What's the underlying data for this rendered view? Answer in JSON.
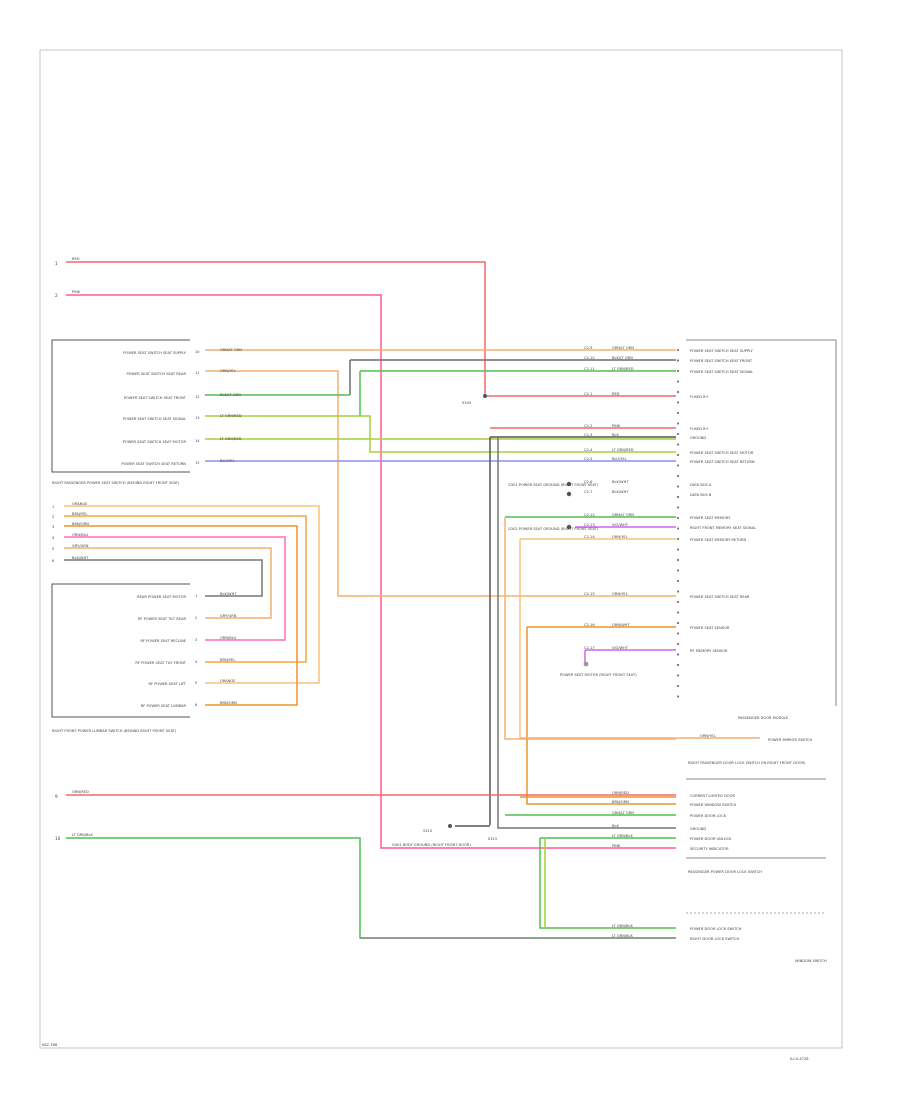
{
  "footer": {
    "page_code": "K62-7B8",
    "figure_code": "K-C4-4728"
  },
  "left_harness": {
    "top_pins": [
      "1",
      "2"
    ],
    "wires_a": [
      "RED",
      "PINK"
    ],
    "wires_b": [
      "ORANGE",
      "BRN/YEL",
      "BRN/ORN",
      "ORN/BLU",
      "GRY/GRN",
      "BLK/WHT"
    ],
    "wires_b_pins": [
      "1",
      "2",
      "3",
      "4",
      "5",
      "6"
    ],
    "bottom_pins": [
      "9",
      "10"
    ],
    "wires_c": [
      "ORN/RED",
      "LT GRN/BLK"
    ]
  },
  "seat_switch": {
    "caption": "RIGHT PASSENGER POWER SEAT SWITCH (BEHIND RIGHT FRONT SEAT)",
    "rows": [
      {
        "label": "POWER SEAT SWITCH SEAT SUPPLY",
        "pin": "10",
        "wire": "GRN/LT GRN"
      },
      {
        "label": "POWER SEAT SWITCH SEAT REAR",
        "pin": "11",
        "wire": "ORN/YEL"
      },
      {
        "label": "POWER SEAT SWITCH SEAT FRONT",
        "pin": "12",
        "wire": "BLK/LT GRN"
      },
      {
        "label": "POWER SEAT SWITCH SEAT SIGNAL",
        "pin": "13",
        "wire": "LT GRN/RED"
      },
      {
        "label": "POWER SEAT SWITCH SEAT MOTOR",
        "pin": "14",
        "wire": "LT GRN/RED"
      },
      {
        "label": "POWER SEAT SWITCH SEAT RETURN",
        "pin": "15",
        "wire": "BLU/YEL"
      }
    ]
  },
  "lumbar_switch": {
    "caption": "RIGHT FRONT POWER LUMBAR SWITCH (BEHIND RIGHT FRONT SEAT)",
    "rows": [
      {
        "label": "REAR POWER SEAT MOTOR",
        "pin": "1",
        "wire": "BLK/WHT"
      },
      {
        "label": "RF POWER SEAT TILT REAR",
        "pin": "2",
        "wire": "GRY/GRN"
      },
      {
        "label": "RF POWER SEAT RECLINE",
        "pin": "3",
        "wire": "ORN/BLU"
      },
      {
        "label": "RF POWER SEAT TILT FRONT",
        "pin": "4",
        "wire": "BRN/YEL"
      },
      {
        "label": "RF POWER SEAT LIFT",
        "pin": "5",
        "wire": "ORANGE"
      },
      {
        "label": "RF POWER SEAT LUMBAR",
        "pin": "6",
        "wire": "BRN/ORN"
      }
    ]
  },
  "center": {
    "splice_labels": [
      "S305",
      "S310",
      "S315"
    ],
    "ground_a": "G301 POWER SEAT GROUND (RIGHT FRONT SEAT)",
    "ground_b": "G302 POWER SEAT GROUND (RIGHT FRONT SEAT)",
    "motor_label": "POWER SEAT MOTOR (RIGHT FRONT SEAT)",
    "body_ground": "G401 BODY GROUND (RIGHT FRONT DOOR)"
  },
  "right_module": {
    "caption": "PASSENGER DOOR MODULE",
    "rows": [
      {
        "cavity": "C2-9",
        "wire": "GRN/LT GRN",
        "label": "POWER SEAT SWITCH SEAT SUPPLY"
      },
      {
        "cavity": "C2-10",
        "wire": "BLK/LT GRN",
        "label": "POWER SEAT SWITCH SEAT FRONT"
      },
      {
        "cavity": "C2-11",
        "wire": "LT GRN/RED",
        "label": "POWER SEAT SWITCH SEAT SIGNAL"
      },
      {
        "cavity": "C2-1",
        "wire": "RED",
        "label": "FUSED B+"
      },
      {
        "cavity": "C2-2",
        "wire": "PINK",
        "label": "FUSED B+"
      },
      {
        "cavity": "C2-3",
        "wire": "BLK",
        "label": "GROUND"
      },
      {
        "cavity": "C2-4",
        "wire": "LT GRN/RED",
        "label": "POWER SEAT SWITCH SEAT MOTOR"
      },
      {
        "cavity": "C2-5",
        "wire": "BLU/YEL",
        "label": "POWER SEAT SWITCH SEAT RETURN"
      },
      {
        "cavity": "C2-6",
        "wire": "BLK/WHT",
        "label": "DATA BUS A"
      },
      {
        "cavity": "C2-7",
        "wire": "BLK/WHT",
        "label": "DATA BUS B"
      },
      {
        "cavity": "C2-12",
        "wire": "GRN/LT GRN",
        "label": "POWER SEAT MEMORY"
      },
      {
        "cavity": "C2-13",
        "wire": "VIO/WHT",
        "label": "RIGHT FRONT MEMORY SEAT SIGNAL"
      },
      {
        "cavity": "C2-14",
        "wire": "ORN/YEL",
        "label": "POWER SEAT MEMORY RETURN"
      },
      {
        "cavity": "C2-15",
        "wire": "ORN/YEL",
        "label": "POWER SEAT SWITCH SEAT REAR"
      },
      {
        "cavity": "C2-16",
        "wire": "ORN/WHT",
        "label": "POWER SEAT SENSOR"
      },
      {
        "cavity": "C2-17",
        "wire": "VIO/WHT",
        "label": "RF MEMORY SENSOR"
      }
    ]
  },
  "mirror_switch": {
    "wire": "ORN/YEL",
    "caption": "POWER MIRROR SWITCH"
  },
  "door_lock": {
    "caption": "RIGHT PASSENGER DOOR LOCK SWITCH (IN RIGHT FRONT DOOR)",
    "rows": [
      {
        "wire": "ORN/RED",
        "label": "CURRENT LIMITED DOOR"
      },
      {
        "wire": "BRN/ORN",
        "label": "POWER WINDOW SWITCH"
      },
      {
        "wire": "GRN/LT GRN",
        "label": "POWER DOOR LOCK"
      },
      {
        "wire": "BLK",
        "label": "GROUND"
      },
      {
        "wire": "LT GRN/BLK",
        "label": "POWER DOOR UNLOCK"
      },
      {
        "wire": "PINK",
        "label": "SECURITY INDICATOR"
      }
    ],
    "module_caption": "PASSENGER POWER DOOR LOCK SWITCH"
  },
  "window_switch": {
    "rows": [
      {
        "wire": "LT GRN/BLK",
        "label": "POWER DOOR LOCK SWITCH"
      },
      {
        "wire": "LT GRN/BLK",
        "label": "RIGHT DOOR LOCK SWITCH"
      }
    ],
    "caption": "WINDOW SWITCH"
  },
  "colors": {
    "red": "#f26a6a",
    "pink": "#ff4d8a",
    "orange": "#f6a55c",
    "green": "#4fc04f",
    "lime": "#a6cf3d",
    "blue": "#8a8af0",
    "black": "#555555",
    "violet": "#cc66ee"
  }
}
